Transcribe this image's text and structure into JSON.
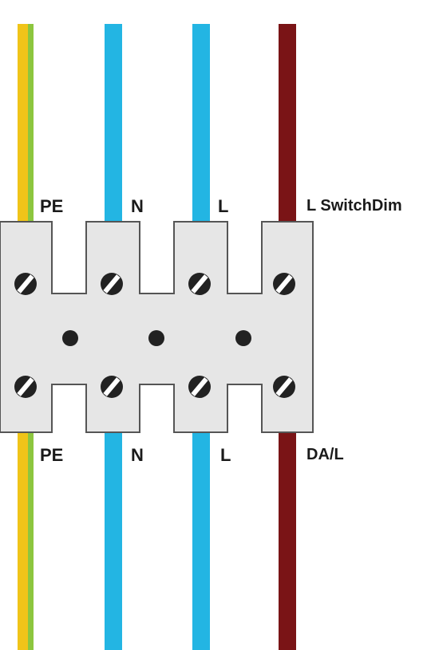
{
  "colors": {
    "pe_yellow": "#f0c419",
    "pe_green": "#8cc63f",
    "neutral_blue": "#23b5e3",
    "live_blue": "#23b5e3",
    "switch_brown": "#7a1416",
    "terminal_body": "#e6e6e6",
    "terminal_outline": "#555555",
    "screw_fill": "#222222",
    "screw_slot": "#ffffff"
  },
  "top_labels": {
    "pe": "PE",
    "n": "N",
    "l": "L",
    "switch": "L SwitchDim"
  },
  "bottom_labels": {
    "pe": "PE",
    "n": "N",
    "l": "L",
    "switch": "DA/L"
  },
  "icons": {
    "screw": "slotted-screw-icon",
    "mount_hole": "mounting-hole-icon"
  }
}
